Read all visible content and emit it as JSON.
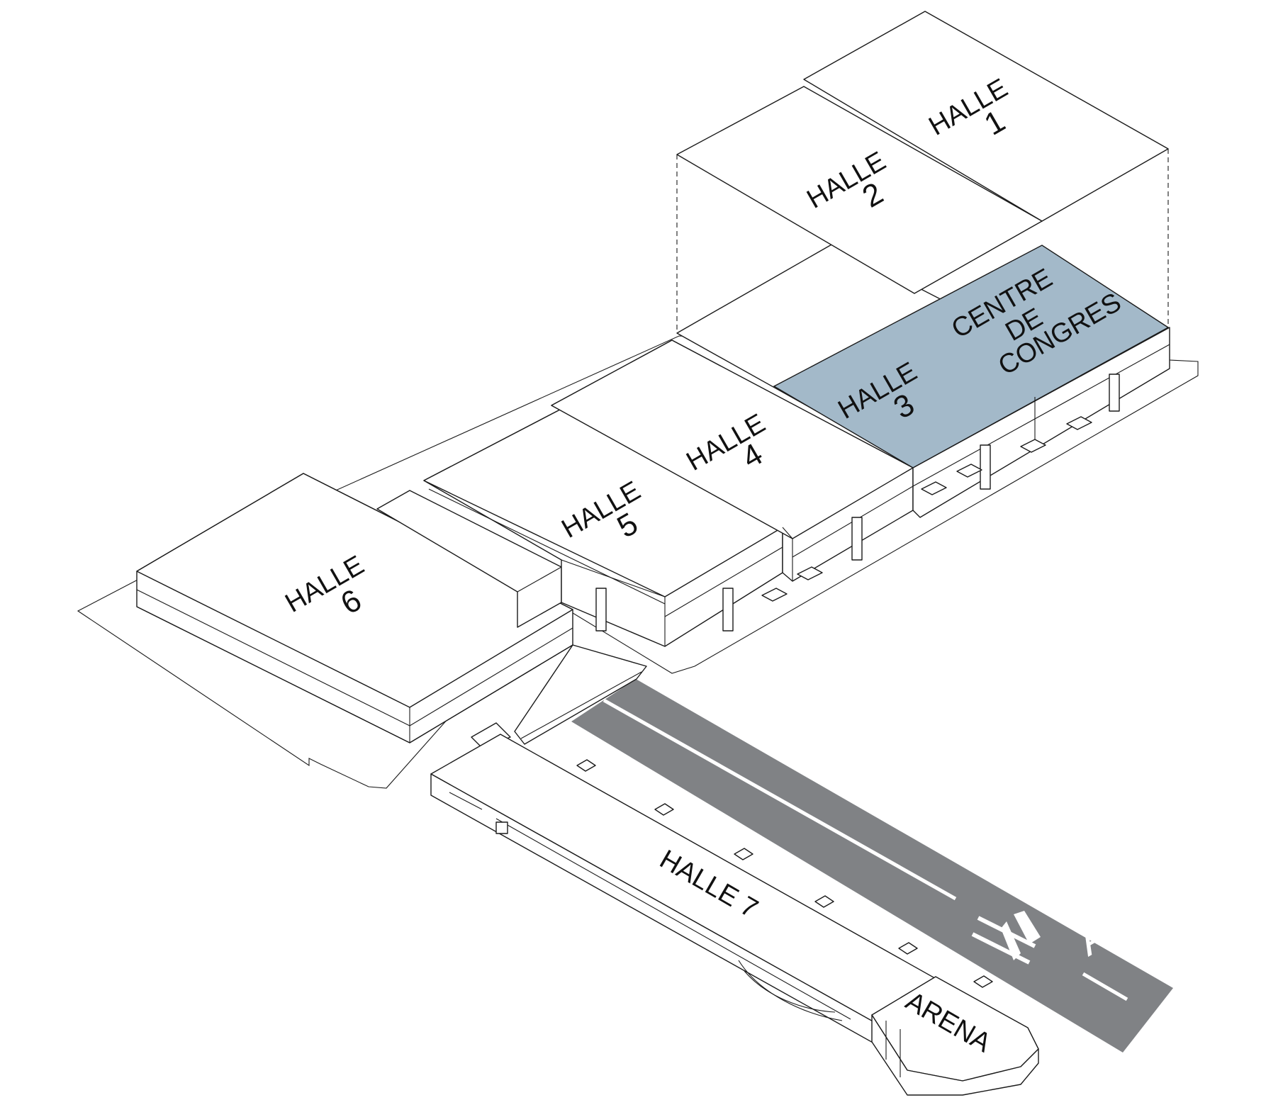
{
  "halls": {
    "h1": {
      "name": "HALLE",
      "num": "1"
    },
    "h2": {
      "name": "HALLE",
      "num": "2"
    },
    "h3": {
      "name": "HALLE",
      "num": "3"
    },
    "h4": {
      "name": "HALLE",
      "num": "4"
    },
    "h5": {
      "name": "HALLE",
      "num": "5"
    },
    "h6": {
      "name": "HALLE",
      "num": "6"
    },
    "h7": {
      "name": "HALLE 7"
    }
  },
  "congress": {
    "line1": "CENTRE",
    "line2": "DE",
    "line3": "CONGRES"
  },
  "arena": {
    "name": "ARENA"
  },
  "highway": {
    "name": "A1"
  },
  "colors": {
    "highlight": "#a3b9c9",
    "road": "#808285",
    "outline": "#1a1a1a"
  }
}
